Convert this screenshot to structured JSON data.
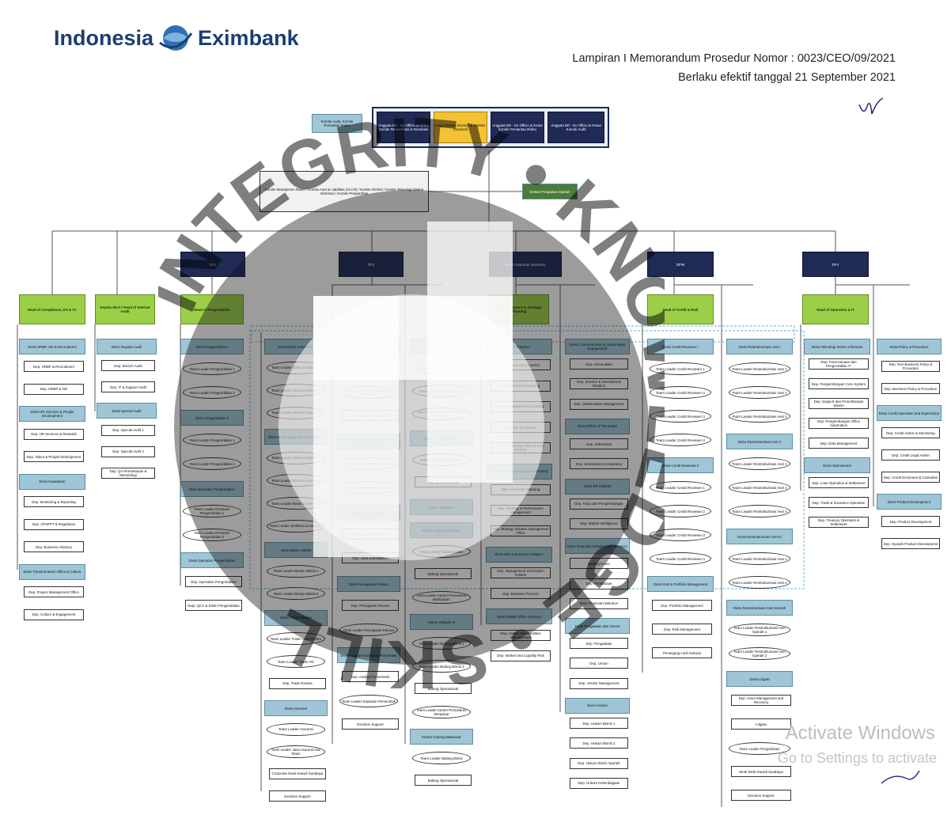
{
  "header": {
    "logo_left": "Indonesia",
    "logo_right": "Eximbank",
    "lampiran_line1": "Lampiran I Memorandum Prosedur Nomor : 0023/CEO/09/2021",
    "lampiran_line2": "Berlaku efektif tanggal 21 September 2021"
  },
  "colors": {
    "director": "#1f2a55",
    "head": "#9bcf48",
    "division": "#9fc6d6",
    "accent": "#1b3e72"
  },
  "top": {
    "left_note": "Komite Audit, Komite Pemantau Risiko",
    "board": [
      "Anggota DD - Ex Officio & Ketua Komite Remunerasi & Nominasi",
      "Ketua Dewan Direktur & Direktur Eksekutif",
      "Anggota DD - Ex Officio & Ketua Komite Pemantau Risiko",
      "Anggota DD - Ex Officio & Ketua Komite Audit"
    ],
    "committee": "Komite Manajemen Risiko / Komite Aset & Liabilitas (ALCO) / Komite Direksi / Komite Teknologi Sistem Informasi / Komite Pengarahan",
    "syariah": "Dewan Pengawas Syariah"
  },
  "directors": [
    "DF1",
    "DFS",
    "SKEI Corporate Secretary",
    "DFIN",
    "DFV"
  ],
  "heads": [
    "Head of Compliance, KS & TC",
    "Kepala SKAI / Head of Internal Audit",
    "Head of Pengendalian",
    "Head of Finance & Strategic Planning",
    "Head of Credit & Risk",
    "Head of Operation & IT"
  ],
  "col1": [
    "Divisi HRBP, OD & Recruitment",
    "Dep. HRBP & Recruitment",
    "Dep. HRBP & OD",
    "Divisi HR Services & People Development",
    "Dep. HR Services & Rewards",
    "Dep. Talent & People Development",
    "Divisi Kepatuhan",
    "Dep. Monitoring & Reporting",
    "Dep. APUPPT & Regulatory",
    "Dep. Business Advisory",
    "Divisi Transformation Office & Culture",
    "Dep. Project Management Office",
    "Dep. Culture & Engagement"
  ],
  "col2": [
    "Divisi Regular Audit",
    "Dep. Branch Audit",
    "Dep. IT & Support Audit",
    "Divisi Special Audit",
    "Dep. Special Audit 1",
    "Dep. Special Audit 2",
    "Dep. QA Pemantauan & Metodologi"
  ],
  "col3": [
    "Divisi Pengendalian I",
    "Team Leader Pengendalian 1",
    "Team Leader Pengendalian 2",
    "Divisi Pengendalian II",
    "Team Leader Pengendalian 1",
    "Team Leader Pengendalian 2",
    "Divisi Reviewer Pengendalian",
    "Team Leader Reviewer Pengendalian 1",
    "Team Leader Reviewer Pengendalian 2",
    "Divisi Operation Pengendalian",
    "Dep. Operation Pengendalian",
    "Dept. QCA & Klaim Pengendalian"
  ],
  "col4": [
    "Divisi Bisnis Korporasi I",
    "Team Leader Bisnis Korporasi 1",
    "Team Leader Bisnis Korporasi 2",
    "Team Leader Bisnis Korporasi 3",
    "Divisi Bisnis Korporasi II & Sindikasi",
    "Team Leader Bisnis Korporasi 1",
    "Team Leader Bisnis Korporasi 2",
    "Team Leader Bisnis Korporasi 3",
    "Team Leader Sindikasi & Investasi",
    "Divisi Bisnis UMKM",
    "Team Leader Bisnis UMKM 1",
    "Team Leader Bisnis UMKM 2",
    "Divisi Trade Finance",
    "Team Leader Trade Asset Centre",
    "Team Leader Trade HO",
    "Dep. Trade Review",
    "Divisi Asuransi",
    "Team Leader Asuransi",
    "Team Leader Jasa Asuransi dan Klaim",
    "Corporate Desk Kanwil Surabaya",
    "Decision Support"
  ],
  "col5": [
    "Divisi Bisnis Syariah & Special Mission",
    "Team Leader Bisnis Syariah",
    "Team Leader Special Mission Advisory",
    "Dep. Syariah Advisory",
    "Divisi Bisnis Usaha Kecil Menengah dan Komersial (UKMK)",
    "Team Leader Bisnis UKMK 1",
    "Team Leader Bisnis UKMK 2",
    "Divisi Jasa Konsultasi",
    "Dep. Jasa Konsultasi 1",
    "Dep. Jasa Konsultasi 2",
    "Divisi Penugasan Khusus",
    "Dep. Penugasan Khusus",
    "Team Leader Penugasan Khusus",
    "Divisi Program Kawasan Pemerintah",
    "Dep. Analisis Pemerintah",
    "Team Leader Kawasan Pemerintah",
    "Decision Support"
  ],
  "col6": [
    "Kantor Wilayah I",
    "Team Leader Bidang Bisnis 1",
    "Team Leader Bidang Bisnis 2",
    "Team Leader Kantor Pemasaran Batam",
    "Kantor Cabang Medan",
    "Team Leader Bidang Bisnis",
    "Bidang Operasional",
    "Kantor Wilayah II",
    "Kantor Cabang Surabaya",
    "Team Leader Bidang Bisnis",
    "Bidang Operasional",
    "Team Leader Kantor Pemasaran Balikpapan",
    "Kantor Wilayah III",
    "Team Leader Bidang Bisnis 1",
    "Team Leader Bidang Bisnis 2",
    "Bidang Operasional",
    "Team Leader Kantor Pemasaran Denpasar",
    "Kantor Cabang Makassar",
    "Team Leader Bidang Bisnis",
    "Bidang Operasional"
  ],
  "col7": [
    "Divisi Finance",
    "Dep. Accounting Control",
    "Dep. Financial Reporting",
    "Dep. Management Accounting",
    "Dep. Tax & Payment",
    "Dep. Accounting Policy & SAK OAKTM",
    "Divisi Strategic & Corporate Planning",
    "Dep. Corporate Planning",
    "Dep. Strategy & Performance Management",
    "Dep. Strategy Initiative Management Office",
    "Divisi MIS & Business Analytics",
    "Dep. Management Information System",
    "Dep. Business Process",
    "Divisi Middle Office Treasury",
    "Dep. Assets and Liabilities Management",
    "Dep. Market and Liquidity Risk"
  ],
  "col8": [
    "Divisi Communication & Stakeholder Engagement",
    "Dep. Komunikasi",
    "Dep. Investor & International Relation",
    "Dep. Stakeholders Management",
    "Divisi Office of The Board",
    "Dep. Sekretariat",
    "Dep. Sekretariat & Kerjasama",
    "Divisi PR Institute",
    "Dep. Kerja dan Pengembangan",
    "Dep. Market Intelligence",
    "Divisi Financial Institution and Treasury",
    "Dealing Room",
    "Dep. Pendanaan",
    "Dep. Financial Institution",
    "Divisi Pengadaan dan Umum",
    "Dep. Pengadaan",
    "Dep. Umum",
    "Dep. Vendor Management",
    "Divisi Hukum",
    "Dep. Hukum Bisnis 1",
    "Dep. Hukum Bisnis 2",
    "Dep. Hukum Bisnis Syariah",
    "Dep. Hukum Kelembagaan"
  ],
  "col9": [
    "Divisi Credit Reviewer I",
    "Team Leader Credit Reviewer 1",
    "Team Leader Credit Reviewer 2",
    "Team Leader Credit Reviewer 3",
    "Team Leader Credit Reviewer 4",
    "Divisi Credit Reviewer II",
    "Team Leader Credit Reviewer 1",
    "Team Leader Credit Reviewer 2",
    "Team Leader Credit Reviewer 3",
    "Team Leader Credit Reviewer 4",
    "Divisi Risk & Portfolio Management",
    "Dep. Portfolio Management",
    "Dep. Risk Management",
    "Pemegang Limit Individu"
  ],
  "col10": [
    "Divisi Restrukturisasi Aset I",
    "Team Leader Restrukturisasi Aset 1",
    "Team Leader Restrukturisasi Aset 2",
    "Team Leader Restrukturisasi Aset 3",
    "Divisi Restrukturisasi Aset II",
    "Team Leader Restrukturisasi Aset 1",
    "Team Leader Restrukturisasi Aset 2",
    "Team Leader Restrukturisasi Aset 3",
    "Divisi Restrukturisasi Aset III",
    "Team Leader Restrukturisasi Aset 1",
    "Team Leader Restrukturisasi Aset 2",
    "Divisi Restrukturisasi Aset Syariah",
    "Team Leader Restrukturisasi Aset Syariah 1",
    "Team Leader Restrukturisasi Aset Syariah 2",
    "Divisi Litigasi",
    "Dep. Asset Management and Recovery",
    "Litigasi",
    "Team Leader Pengelolaan",
    "Work Desk Kanwil Surabaya",
    "Decision Support"
  ],
  "col11": [
    "Divisi Teknologi Sistem Informasi",
    "Dep. Perencanaan dan Pengendalian IT",
    "Dep. Pengembangan Core System",
    "Dep. Support dan Pemeliharaan Sistem",
    "Dep. Pengembangan Office Automation",
    "Dep. Data Management",
    "Divisi Operasional",
    "Dep. Loan Operation & Settlement",
    "Dep. Trade & Insurance Operation",
    "Dep. Treasury Operation & Settlement"
  ],
  "col12": [
    "Divisi Policy & Procedure",
    "Dep. Non Business Policy & Procedure",
    "Dep. Business Policy & Procedure",
    "Divisi Credit Operation and Supervision",
    "Dep. Credit Admin & Monitoring",
    "Dep. Credit Legal Admin",
    "Dep. Credit Document & Custodian",
    "Divisi Product Development",
    "Dep. Product Development",
    "Dep. Syariah Product Development"
  ],
  "watermark": {
    "ring_text": "INTEGRITY • KNOWLEDGE • SKILL",
    "signature": "M"
  },
  "os_notice": {
    "line1": "Activate Windows",
    "line2": "Go to Settings to activate"
  }
}
